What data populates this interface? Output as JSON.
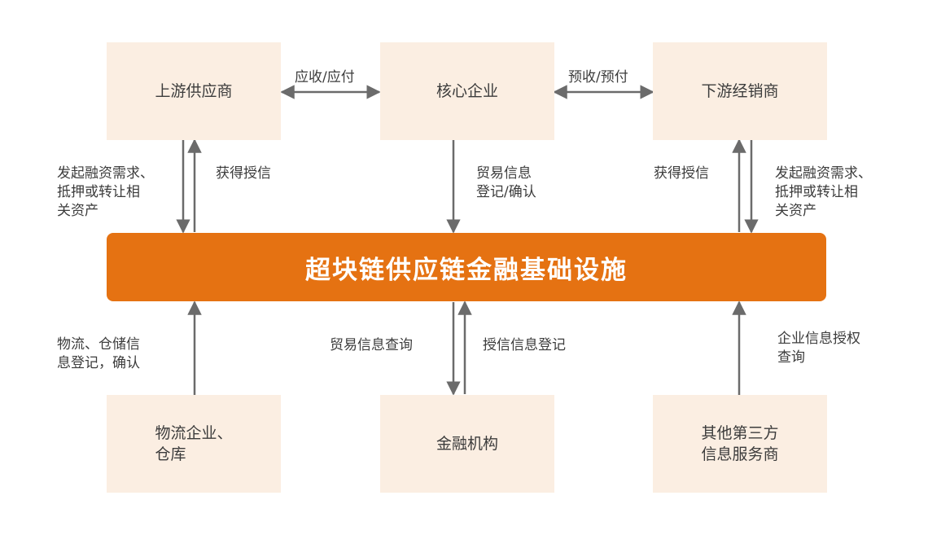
{
  "boxes": {
    "upstream": "上游供应商",
    "core": "核心企业",
    "downstream": "下游经销商",
    "logistics_l1": "物流企业、",
    "logistics_l2": "仓库",
    "finance": "金融机构",
    "thirdparty_l1": "其他第三方",
    "thirdparty_l2": "信息服务商"
  },
  "platform": "超块链供应链金融基础设施",
  "labels": {
    "receivable_payable": "应收/应付",
    "prereceive_prepay": "预收/预付",
    "upstream_request_l1": "发起融资需求、",
    "upstream_request_l2": "抵押或转让相",
    "upstream_request_l3": "关资产",
    "upstream_credit": "获得授信",
    "trade_register_l1": "贸易信息",
    "trade_register_l2": "登记/确认",
    "downstream_credit": "获得授信",
    "downstream_request_l1": "发起融资需求、",
    "downstream_request_l2": "抵押或转让相",
    "downstream_request_l3": "关资产",
    "logistics_info_l1": "物流、仓储信",
    "logistics_info_l2": "息登记，确认",
    "trade_query": "贸易信息查询",
    "credit_register": "授信信息登记",
    "auth_query_l1": "企业信息授权",
    "auth_query_l2": "查询"
  },
  "colors": {
    "box_fill": "#fbeee2",
    "platform_fill": "#e57212",
    "arrow": "#6b6b6b"
  }
}
